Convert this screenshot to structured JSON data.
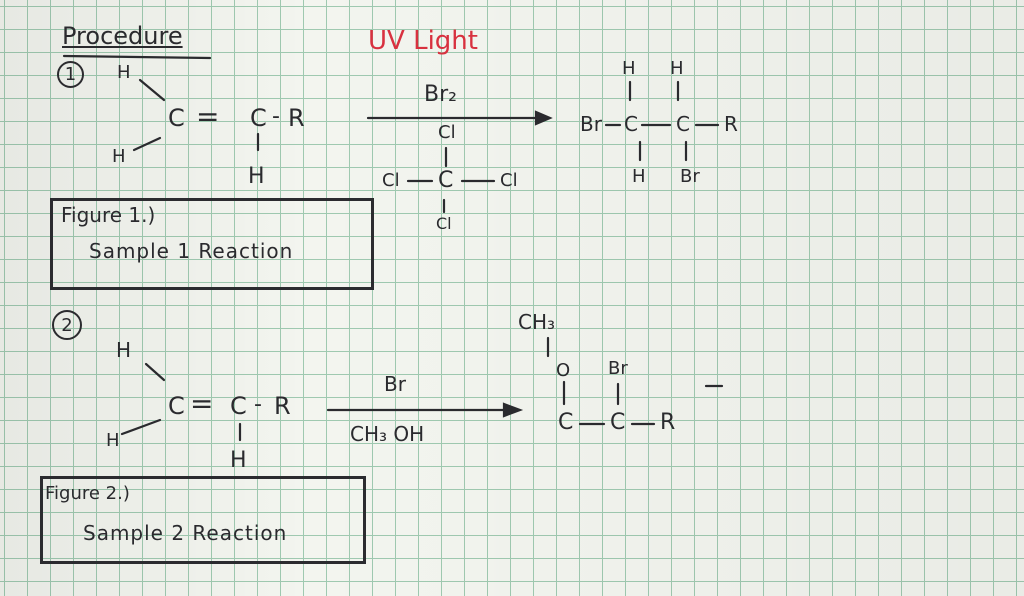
{
  "header": {
    "title": "Procedure",
    "condition": "UV Light"
  },
  "reaction1": {
    "number": "1",
    "reactant": {
      "h_top": "H",
      "h_bottom": "H",
      "c1": "C",
      "double_bond": "=",
      "c2": "C",
      "dash": "-",
      "r": "R",
      "h_under": "H"
    },
    "reagent": {
      "br2": "Br₂",
      "cl_top": "Cl",
      "cl_left": "Cl",
      "c": "C",
      "cl_right": "Cl",
      "cl_bottom": "Cl"
    },
    "product": {
      "h1": "H",
      "h2": "H",
      "br_left": "Br",
      "c1": "C",
      "c2": "C",
      "r": "R",
      "h_bottom": "H",
      "br_bottom": "Br"
    },
    "caption": {
      "line1": "Figure 1.)",
      "line2": "Sample 1 Reaction"
    }
  },
  "reaction2": {
    "number": "2",
    "reactant": {
      "h_top": "H",
      "h_bottom": "H",
      "c1": "C",
      "double_bond": "=",
      "c2": "C",
      "dash": "-",
      "r": "R",
      "h_under": "H"
    },
    "reagent": {
      "top": "Br",
      "bottom": "CH₃ OH"
    },
    "product": {
      "ch3": "CH₃",
      "o": "O",
      "br": "Br",
      "c1": "C",
      "c2": "C",
      "r": "R"
    },
    "caption": {
      "line1": "Figure 2.)",
      "line2": "Sample 2 Reaction"
    }
  },
  "colors": {
    "ink": "#2a2a2e",
    "red_ink": "#d8313f",
    "grid": "#9fc9b0"
  }
}
